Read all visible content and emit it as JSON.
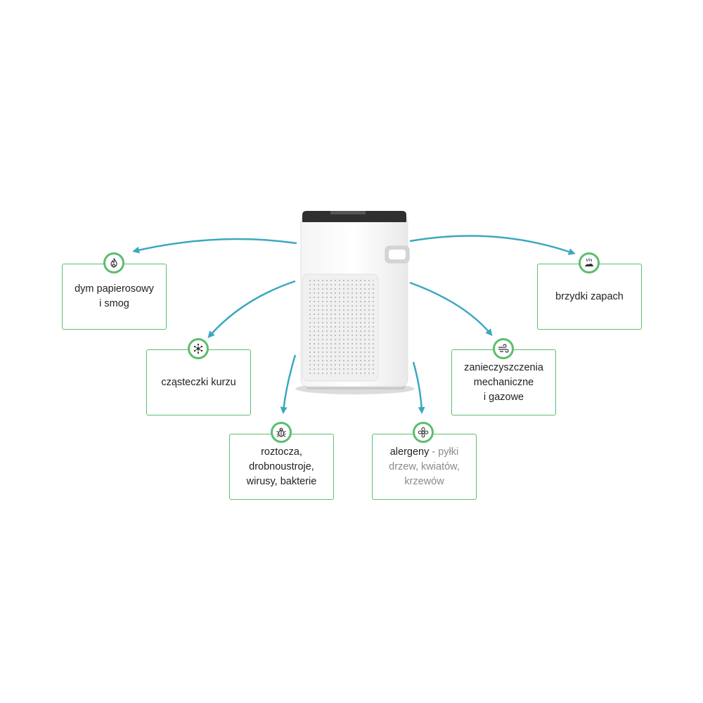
{
  "colors": {
    "arrow": "#3ba8c1",
    "card_border": "#5cbd6e",
    "icon_ring": "#5cbd6e",
    "muted_text": "#8a8a8a"
  },
  "cards": {
    "smoke": {
      "icon": "flame-icon",
      "lines": [
        "dym papierosowy",
        "i smog"
      ]
    },
    "odor": {
      "icon": "odor-icon",
      "lines": [
        "brzydki zapach"
      ]
    },
    "dust": {
      "icon": "particles-icon",
      "lines": [
        "cząsteczki kurzu"
      ]
    },
    "mechanical": {
      "icon": "wind-icon",
      "lines": [
        "zanieczyszczenia",
        "mechaniczne",
        "i gazowe"
      ]
    },
    "microbes": {
      "icon": "bug-icon",
      "lines": [
        "roztocza,",
        "drobnoustroje,",
        "wirusy, bakterie"
      ]
    },
    "allergens": {
      "icon": "flower-icon",
      "main": "alergeny",
      "secondary": [
        "- pyłki",
        "drzew, kwiatów,",
        "krzewów"
      ]
    }
  }
}
